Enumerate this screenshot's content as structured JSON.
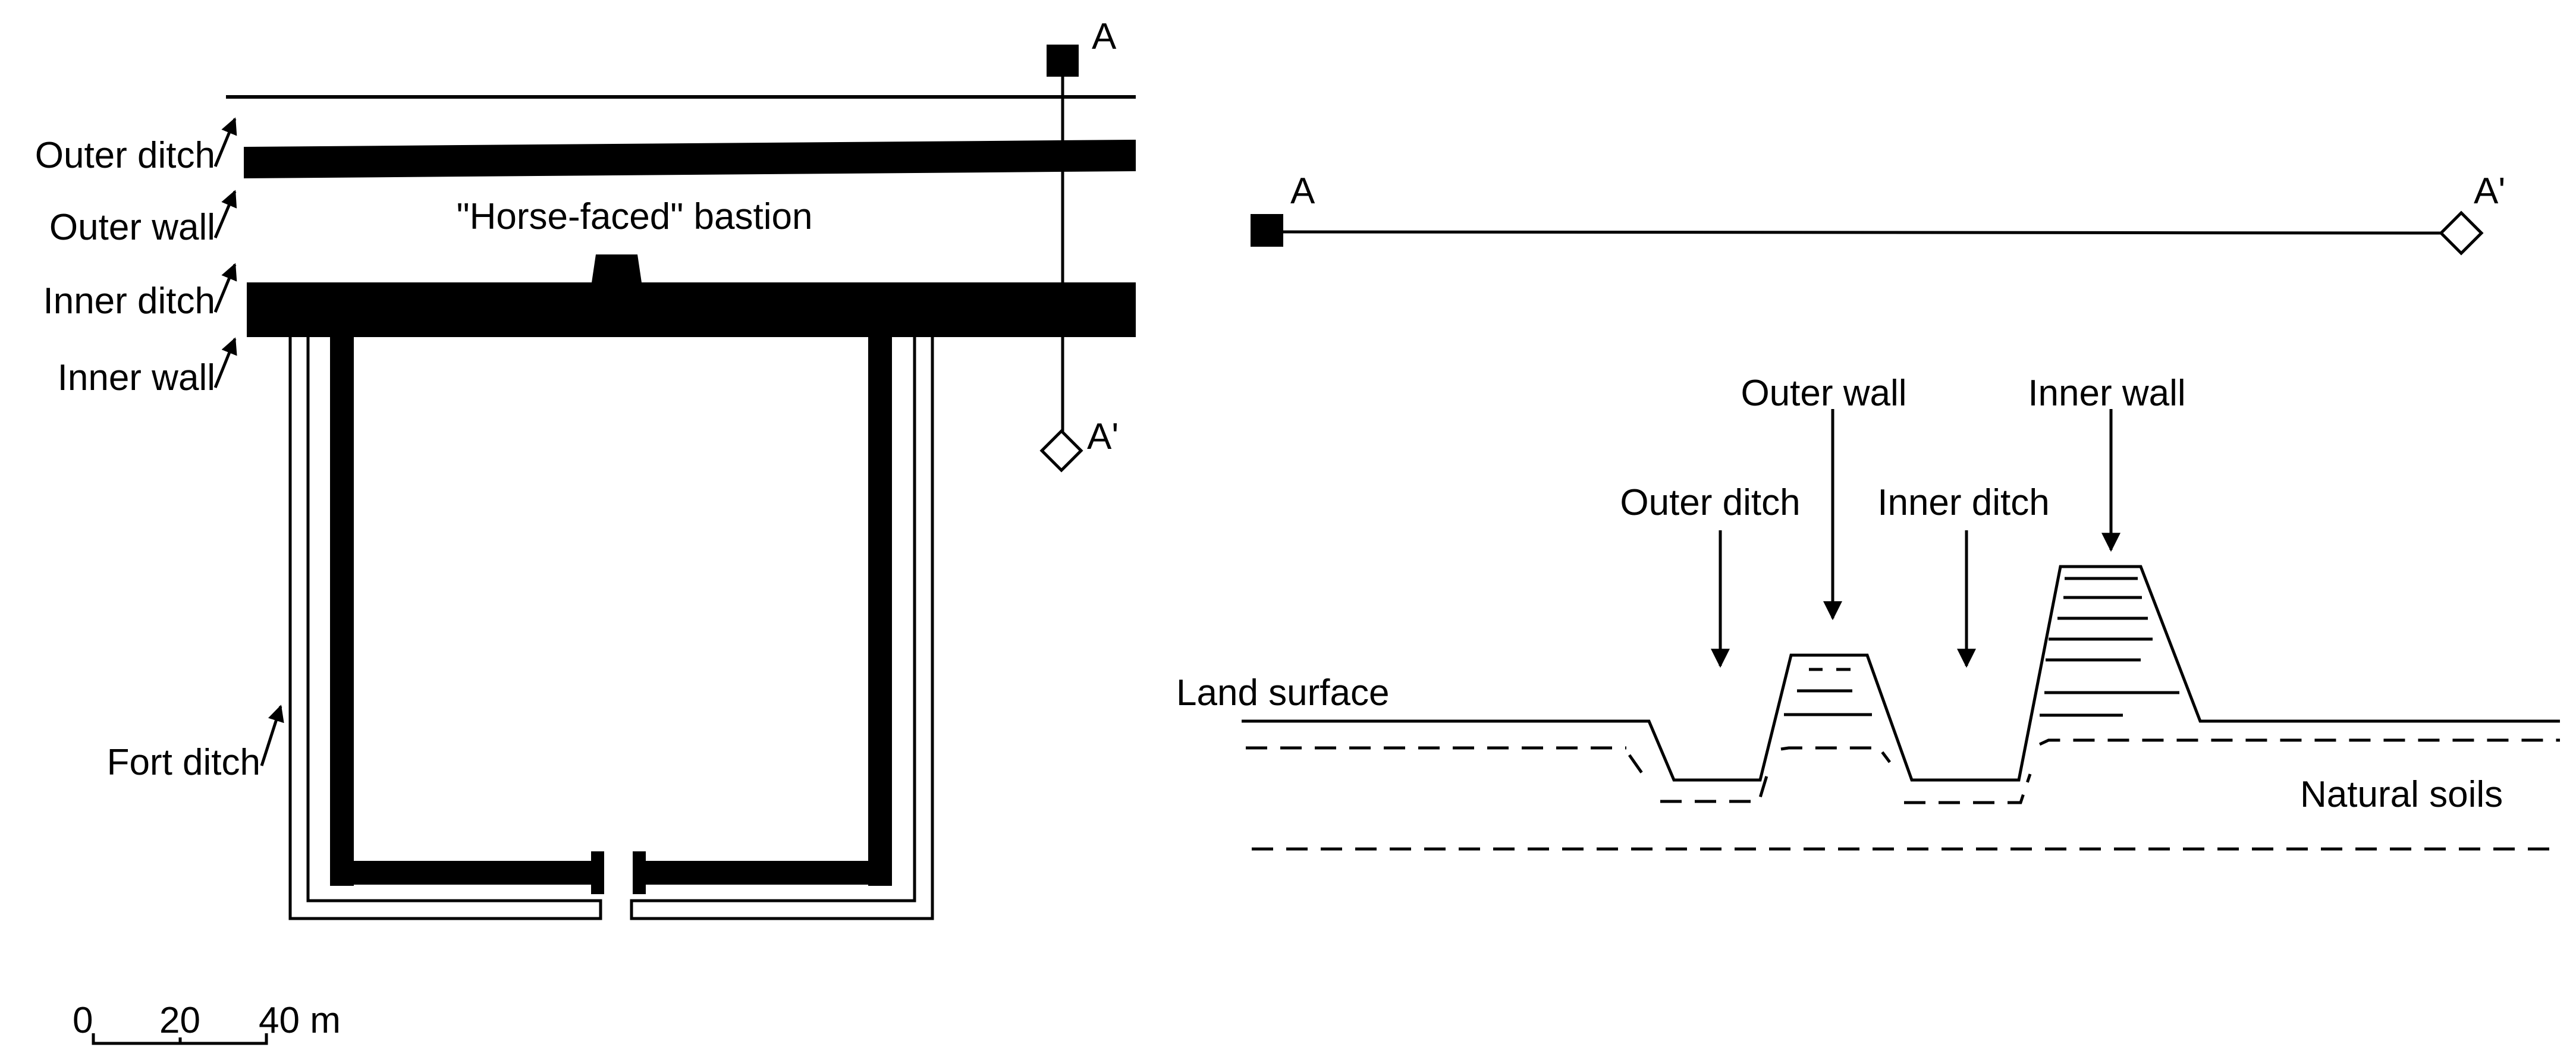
{
  "plan": {
    "labels": {
      "outer_ditch": "Outer ditch",
      "outer_wall": "Outer wall",
      "inner_ditch": "Inner ditch",
      "inner_wall": "Inner wall",
      "bastion": "\"Horse-faced\" bastion",
      "fort_ditch": "Fort ditch"
    },
    "markers": {
      "start": "A",
      "end": "A'"
    }
  },
  "scale_bar": {
    "ticks": [
      "0",
      "20",
      "40 m"
    ]
  },
  "profile": {
    "markers": {
      "start": "A",
      "end": "A'"
    },
    "labels": {
      "outer_wall": "Outer wall",
      "inner_wall": "Inner wall",
      "outer_ditch": "Outer ditch",
      "inner_ditch": "Inner ditch",
      "land_surface": "Land surface",
      "natural_soils": "Natural soils"
    }
  }
}
